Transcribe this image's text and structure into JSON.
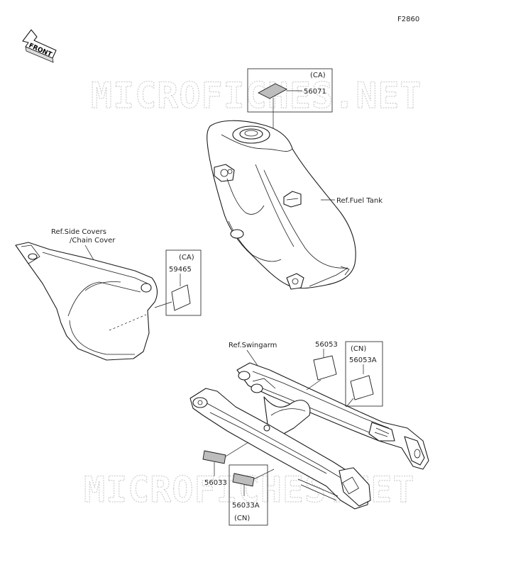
{
  "figure_code": "F2860",
  "front_label": "FRONT",
  "watermark": "MICROFICHES.NET",
  "ref_fuel_tank": "Ref.Fuel Tank",
  "ref_side_covers_line1": "Ref.Side Covers",
  "ref_side_covers_line2": "/Chain Cover",
  "ref_swingarm": "Ref.Swingarm",
  "parts": {
    "p56071": {
      "number": "56071",
      "region": "(CA)"
    },
    "p59465": {
      "number": "59465",
      "region": "(CA)"
    },
    "p56053": {
      "number": "56053"
    },
    "p56053A": {
      "number": "56053A",
      "region": "(CN)"
    },
    "p56033": {
      "number": "56033"
    },
    "p56033A": {
      "number": "56033A",
      "region": "(CN)"
    }
  }
}
